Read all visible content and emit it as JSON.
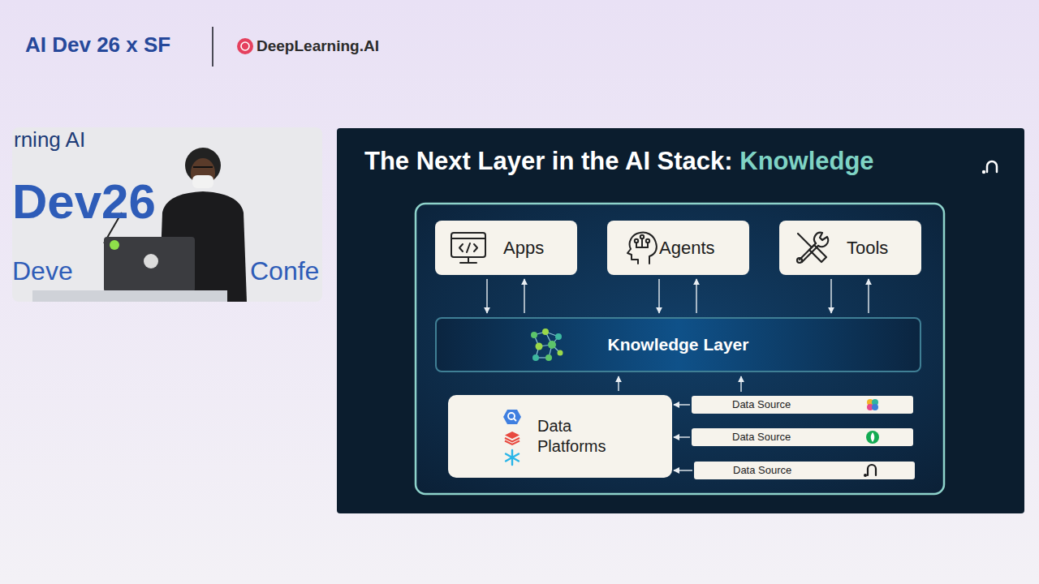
{
  "diagram": {
    "title": "The Next Layer in the AI Stack: Knowledge",
    "nodes": [
      {
        "text": [
          "Apps"
        ]
      },
      {
        "text": [
          "Agents"
        ]
      },
      {
        "text": [
          "Tools"
        ]
      },
      {
        "text": [
          "Knowledge Layer"
        ]
      },
      {
        "text": [
          "Data Platforms"
        ]
      },
      {
        "text": [
          "Data Source"
        ]
      },
      {
        "text": [
          "Data Source"
        ]
      },
      {
        "text": [
          "Data Source"
        ]
      }
    ],
    "edges": [
      {
        "from": 0,
        "to": 3,
        "arrow": "to"
      },
      {
        "from": 3,
        "to": 0,
        "arrow": "to"
      },
      {
        "from": 1,
        "to": 3,
        "arrow": "to"
      },
      {
        "from": 3,
        "to": 1,
        "arrow": "to"
      },
      {
        "from": 2,
        "to": 3,
        "arrow": "to"
      },
      {
        "from": 3,
        "to": 2,
        "arrow": "to"
      },
      {
        "from": 4,
        "to": 3,
        "arrow": "to"
      },
      {
        "from": 5,
        "to": 3,
        "arrow": "to"
      },
      {
        "from": 5,
        "to": 4,
        "arrow": "to"
      },
      {
        "from": 6,
        "to": 4,
        "arrow": "to"
      },
      {
        "from": 7,
        "to": 4,
        "arrow": "to"
      }
    ],
    "labels": [
      "AI Dev 26 x SF",
      "DeepLearning.AI",
      "rning AI",
      "Dev26",
      "Deve",
      "Confe"
    ]
  }
}
